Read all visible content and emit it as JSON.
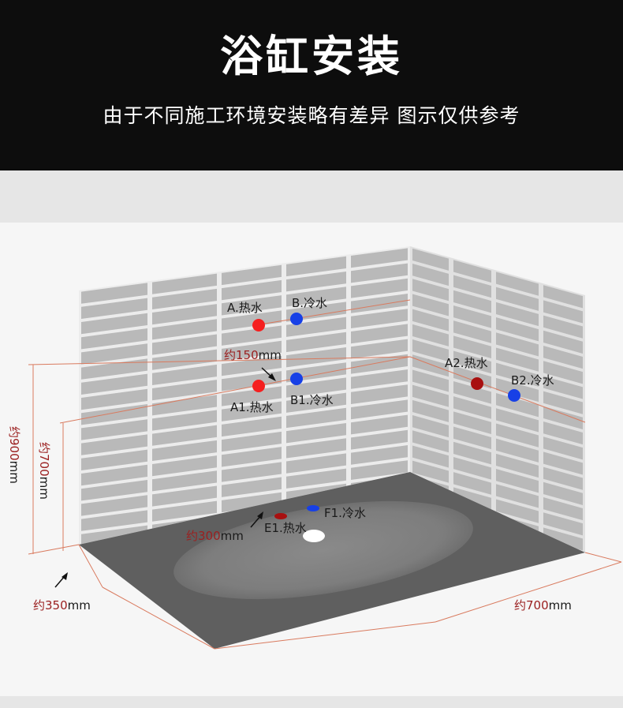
{
  "header": {
    "title": "浴缸安装",
    "subtitle": "由于不同施工环境安装略有差异 图示仅供参考"
  },
  "colors": {
    "hot_water": "#f51f1f",
    "hot_water_dark": "#a81010",
    "cold_water": "#1740e6",
    "dimension_line": "#d97a5e",
    "dimension_text": "#9b2020",
    "wall_tile": "#b9b9b9",
    "grout": "#ececec",
    "floor": "#5f5f5f"
  },
  "points": {
    "a": "A.热水",
    "b": "B.冷水",
    "a1": "A1.热水",
    "b1": "B1.冷水",
    "a2": "A2.热水",
    "b2": "B2.冷水",
    "e1": "E1.热水",
    "f1": "F1.冷水"
  },
  "dimensions": {
    "d150": {
      "prefix": "约",
      "value": "150",
      "unit": "mm"
    },
    "d300": {
      "prefix": "约",
      "value": "300",
      "unit": "mm"
    },
    "d350": {
      "prefix": "约",
      "value": "350",
      "unit": "mm"
    },
    "d700": {
      "prefix": "约",
      "value": "700",
      "unit": "mm"
    },
    "h700": {
      "prefix": "约",
      "value": "700",
      "unit": "mm"
    },
    "h900": {
      "prefix": "约",
      "value": "900",
      "unit": "mm"
    }
  }
}
